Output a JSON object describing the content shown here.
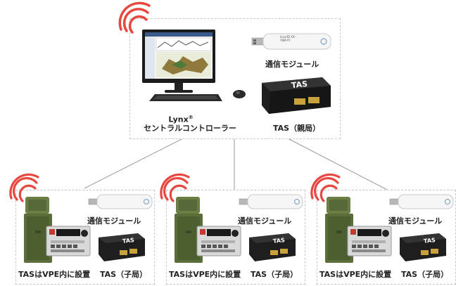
{
  "top": {
    "lynx_label": "Lynx",
    "lynx_sup": "®",
    "controller_label": "セントラルコントローラー",
    "module_label": "通信モジュール",
    "tas_label": "TAS（親局）",
    "usb_stick_text": "Icon/ID XX-YWA-YY"
  },
  "bottom": [
    {
      "module_label": "通信モジュール",
      "vpe_label": "TASはVPE内に設置",
      "tas_label": "TAS（子局）"
    },
    {
      "module_label": "通信モジュール",
      "vpe_label": "TASはVPE内に設置",
      "tas_label": "TAS（子局）"
    },
    {
      "module_label": "通信モジュール",
      "vpe_label": "TASはVPE内に設置",
      "tas_label": "TAS（子局）"
    }
  ],
  "tas_logo": "TAS",
  "colors": {
    "signal_red": "#e8473f",
    "dash_border": "#c8c8c8",
    "device_black": "#1e1e1e",
    "vpe_green": "#5b6e3a",
    "connector_gold": "#c9a23a"
  }
}
